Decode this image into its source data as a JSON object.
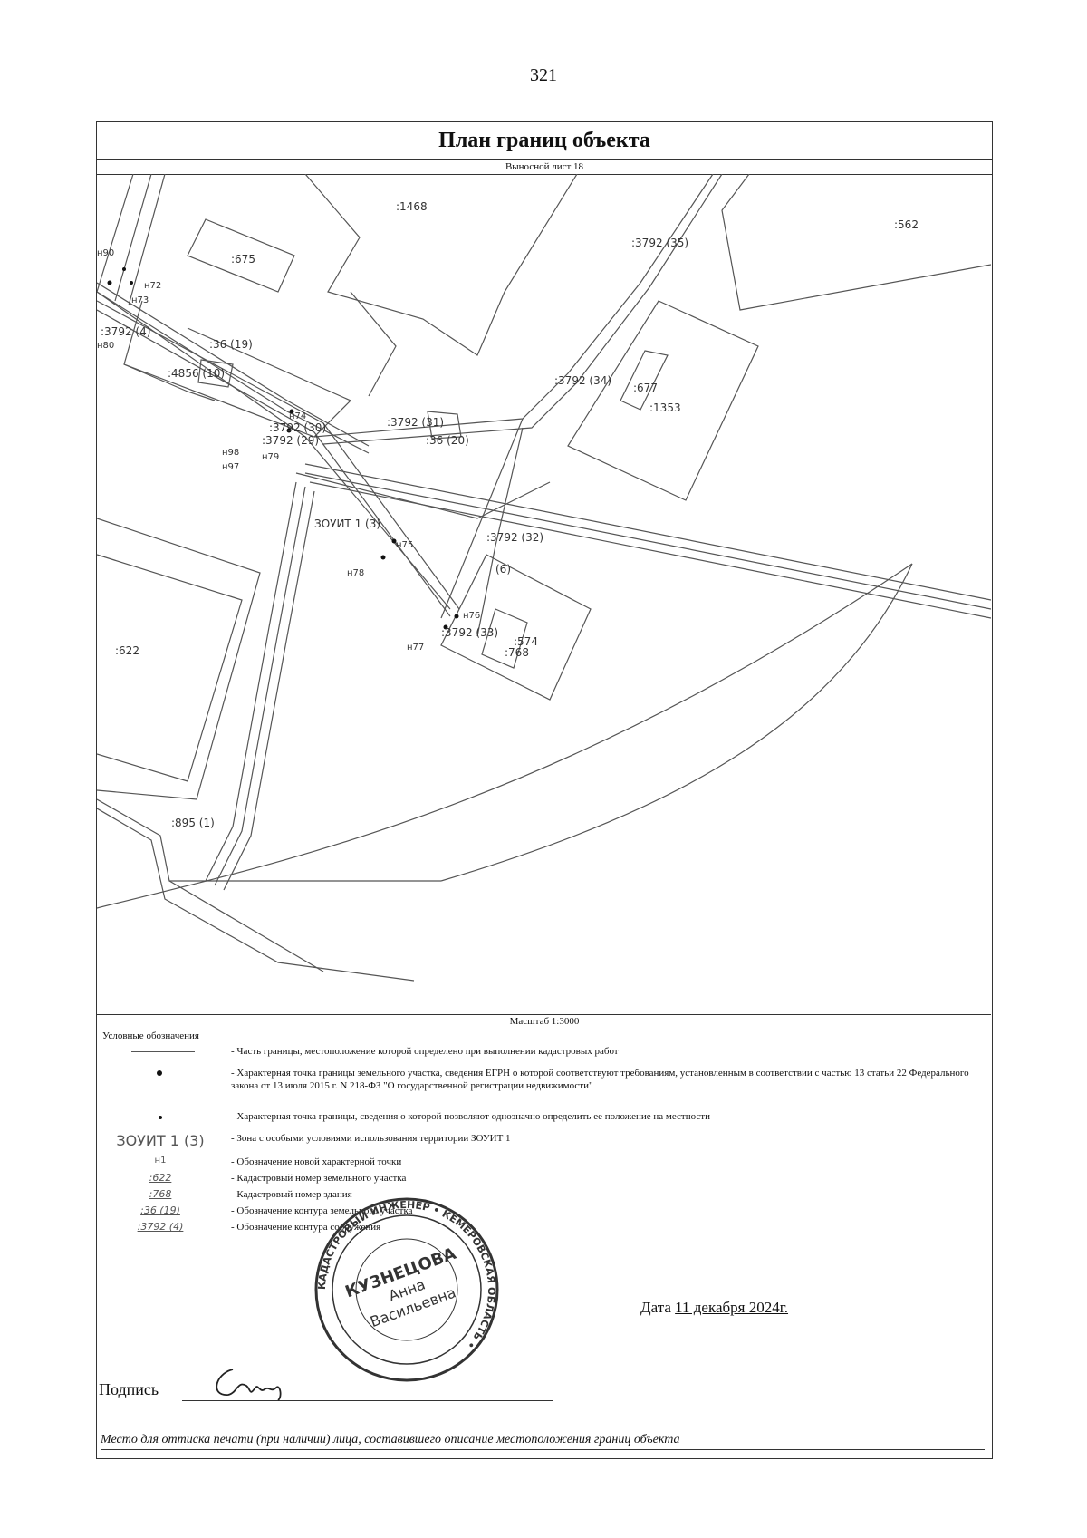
{
  "page_number": "321",
  "title": "План границ объекта",
  "subtitle": "Выносной лист 18",
  "map": {
    "parcel_labels": [
      ":1468",
      ":562",
      ":675",
      ":677",
      ":1353",
      ":622",
      ":574",
      ":768"
    ],
    "contour_labels": [
      ":3792 (35)",
      ":3792 (4)",
      ":36 (19)",
      ":4856 (10)",
      ":3792 (34)",
      ":3792 (31)",
      ":3792 (30)",
      ":3792 (29)",
      ":36 (20)",
      ":3792 (32)",
      ":3792 (33)",
      ":895 (1)",
      "(6)"
    ],
    "zone_label": "ЗОУИТ 1 (3)",
    "point_labels": [
      "н90",
      "н72",
      "н73",
      "н80",
      "н74",
      "н98",
      "н97",
      "н79",
      "н75",
      "н78",
      "н76",
      "н77"
    ]
  },
  "scale": "Масштаб 1:3000",
  "legend": {
    "title": "Условные обозначения",
    "rows": [
      {
        "symbol": "",
        "text": "- Часть границы, местоположение которой определено при выполнении кадастровых работ"
      },
      {
        "symbol": "",
        "text": "- Характерная точка границы земельного участка, сведения ЕГРН о которой соответствуют требованиям, установленным в соответствии с частью 13 статьи 22 Федерального закона от 13 июля 2015 г. N 218-ФЗ \"О государственной регистрации недвижимости\""
      },
      {
        "symbol": "",
        "text": "- Характерная точка границы, сведения о которой позволяют однозначно определить ее положение на местности"
      },
      {
        "symbol": "ЗОУИТ 1 (3)",
        "text": "- Зона с особыми условиями использования территории ЗОУИТ 1"
      },
      {
        "symbol": "н1",
        "text": "- Обозначение новой характерной точки"
      },
      {
        "symbol": ":622",
        "text": "- Кадастровый номер земельного участка"
      },
      {
        "symbol": ":768",
        "text": "- Кадастровый номер здания"
      },
      {
        "symbol": ":36 (19)",
        "text": "- Обозначение контура земельного участка"
      },
      {
        "symbol": ":3792 (4)",
        "text": "- Обозначение контура сооружения"
      }
    ]
  },
  "date_label": "Дата",
  "date_value": "11 декабря 2024г.",
  "signature_label": "Подпись",
  "stamp": {
    "name_line1": "КУЗНЕЦОВА",
    "name_line2": "Анна",
    "name_line3": "Васильевна",
    "ring_text": "КАДАСТРОВЫЙ ИНЖЕНЕР • КЕМЕРОВСКАЯ ОБЛАСТЬ •"
  },
  "footer_note": "Место для оттиска печати (при наличии) лица, составившего описание местоположения границ объекта"
}
